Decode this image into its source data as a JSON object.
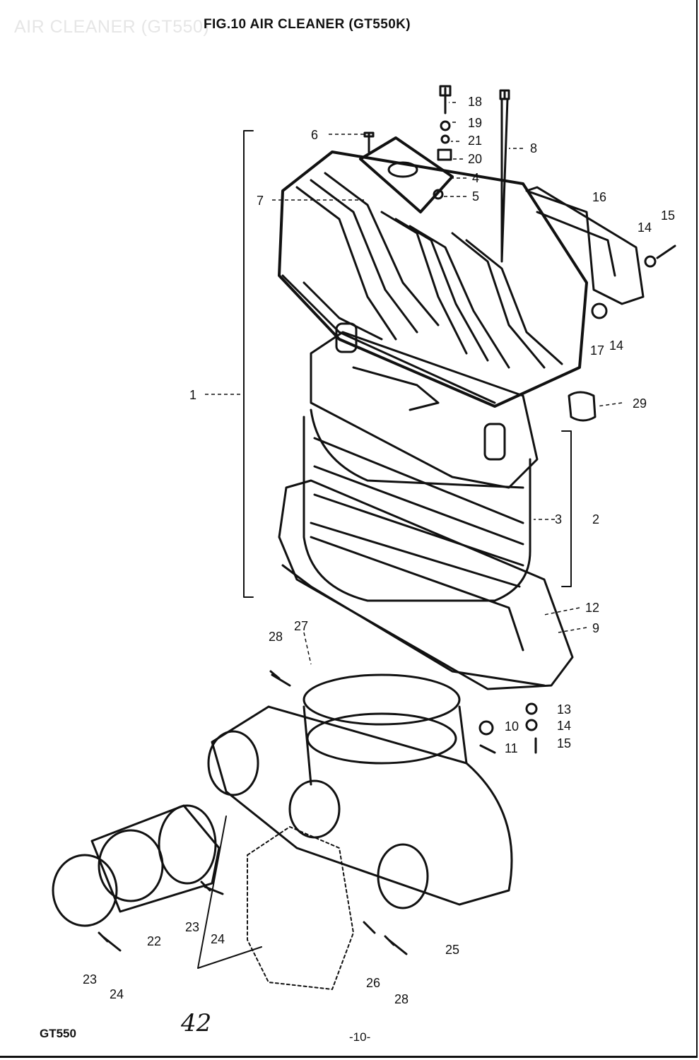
{
  "watermark": "AIR CLEANER (GT550)",
  "title": "FIG.10  AIR CLEANER (GT550K)",
  "footer": {
    "model": "GT550",
    "handwritten_number": "42",
    "page_number": "-10-"
  },
  "callouts": {
    "c1": "1",
    "c2": "2",
    "c3": "3",
    "c4": "4",
    "c5": "5",
    "c6": "6",
    "c7": "7",
    "c8": "8",
    "c9": "9",
    "c10": "10",
    "c11": "11",
    "c12": "12",
    "c13": "13",
    "c14a": "14",
    "c14b": "14",
    "c14c": "14",
    "c15a": "15",
    "c15b": "15",
    "c16": "16",
    "c17": "17",
    "c18": "18",
    "c19": "19",
    "c20": "20",
    "c21": "21",
    "c22": "22",
    "c23a": "23",
    "c23b": "23",
    "c24a": "24",
    "c24b": "24",
    "c25": "25",
    "c26": "26",
    "c27": "27",
    "c28a": "28",
    "c28b": "28",
    "c29": "29"
  }
}
